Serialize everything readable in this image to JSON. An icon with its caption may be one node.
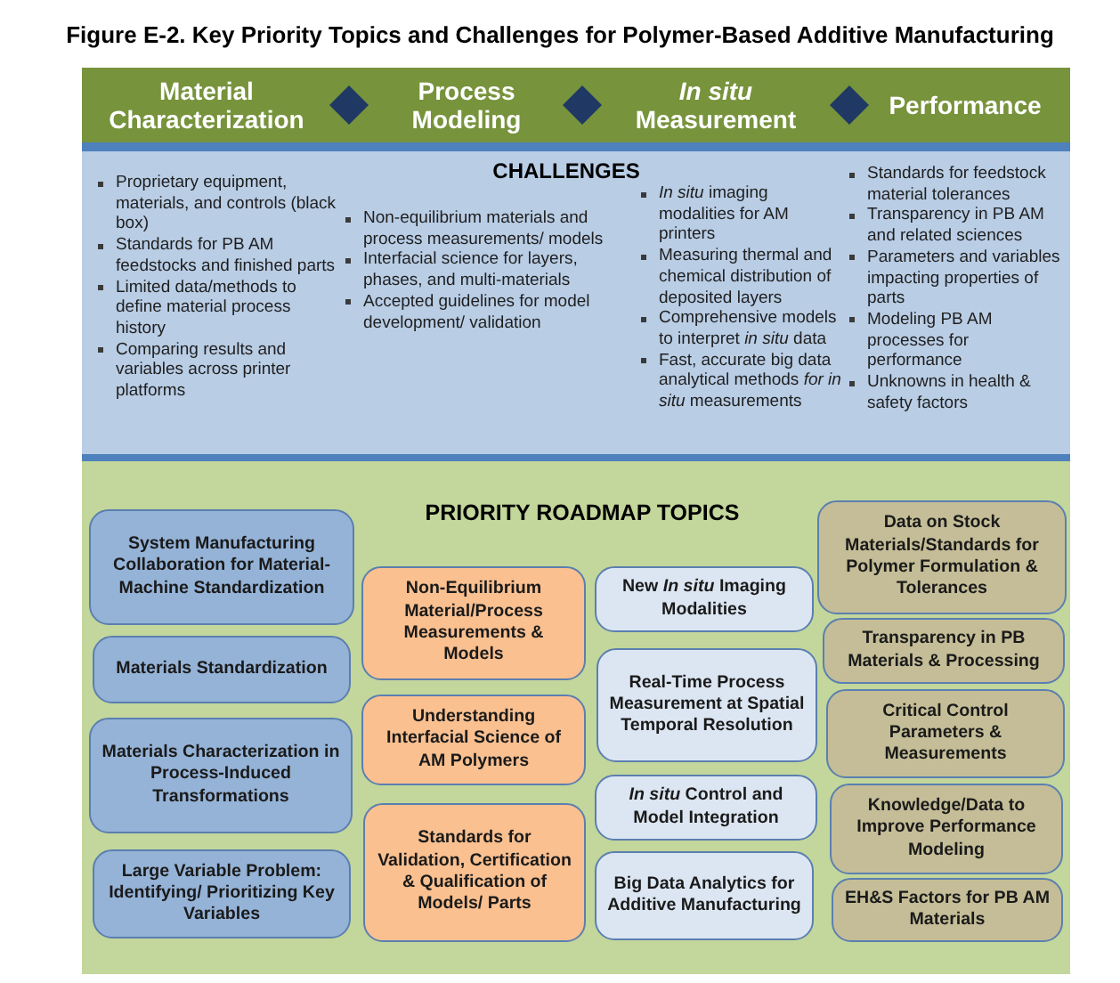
{
  "diagram": {
    "title": "Figure E-2. Key Priority Topics and Challenges for Polymer-Based Additive Manufacturing",
    "nodes": [
      {
        "text": [
          "Material Characterization",
          "Process Modeling",
          "*In situ* Measurement",
          "Performance"
        ]
      },
      {
        "text": [
          "CHALLENGES",
          "Proprietary equipment, materials, and controls (black box)",
          "Standards for PB AM feedstocks and finished parts",
          "Limited data/methods to define material process history",
          "Comparing results and variables across printer platforms",
          "Non-equilibrium materials and process measurements/ models",
          "Interfacial science for layers, phases, and multi-materials",
          "Accepted guidelines for model development/ validation",
          "*In situ* imaging modalities for AM printers",
          "Measuring thermal and chemical distribution of deposited layers",
          "Comprehensive models to interpret *in situ* data",
          "Fast, accurate big data analytical methods *for in situ* measurements",
          "Standards for feedstock material tolerances",
          "Transparency in PB AM and related sciences",
          "Parameters and variables impacting properties of parts",
          "Modeling PB AM processes for performance",
          "Unknowns in health & safety factors"
        ]
      },
      {
        "text": [
          "PRIORITY ROADMAP TOPICS"
        ]
      },
      {
        "text": [
          "System Manufacturing Collaboration for Material-Machine Standardization"
        ],
        "in": 2
      },
      {
        "text": [
          "Materials Standardization"
        ],
        "in": 2
      },
      {
        "text": [
          "Materials Characterization in Process-Induced Transformations"
        ],
        "in": 2
      },
      {
        "text": [
          "Large Variable Problem: Identifying/ Prioritizing Key Variables"
        ],
        "in": 2
      },
      {
        "text": [
          "Non-Equilibrium Material/Process Measurements & Models"
        ],
        "in": 2
      },
      {
        "text": [
          "Understanding Interfacial Science of AM Polymers"
        ],
        "in": 2
      },
      {
        "text": [
          "Standards for Validation, Certification & Qualification of Models/ Parts"
        ],
        "in": 2
      },
      {
        "text": [
          "New *In situ* Imaging Modalities"
        ],
        "in": 2
      },
      {
        "text": [
          "Real-Time Process Measurement at Spatial Temporal Resolution"
        ],
        "in": 2
      },
      {
        "text": [
          "*In situ* Control and Model Integration"
        ],
        "in": 2
      },
      {
        "text": [
          "Big Data Analytics for Additive Manufacturing"
        ],
        "in": 2
      },
      {
        "text": [
          "Data on Stock Materials/Standards for Polymer Formulation & Tolerances"
        ],
        "in": 2
      },
      {
        "text": [
          "Transparency in PB Materials & Processing"
        ],
        "in": 2
      },
      {
        "text": [
          "Critical Control Parameters & Measurements"
        ],
        "in": 2
      },
      {
        "text": [
          "Knowledge/Data to Improve Performance Modeling"
        ],
        "in": 2
      },
      {
        "text": [
          "EH&S Factors for PB AM Materials"
        ],
        "in": 2
      }
    ]
  }
}
